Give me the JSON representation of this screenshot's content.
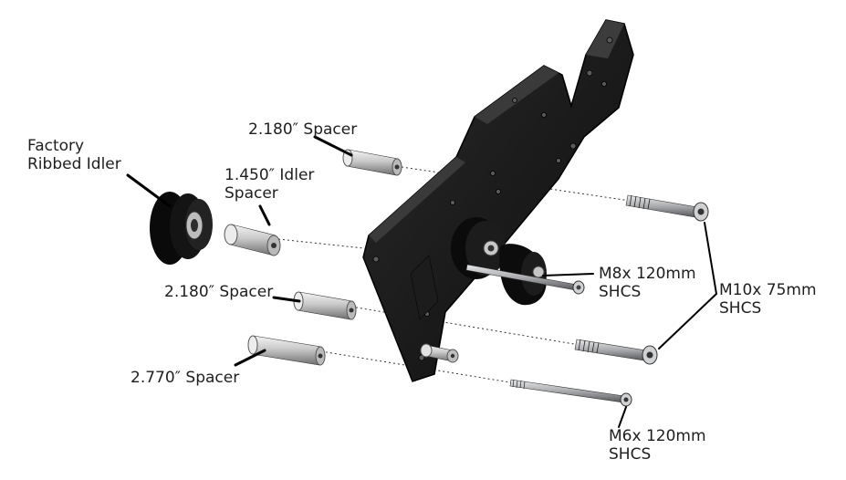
{
  "labels": {
    "factory_idler": [
      "Factory",
      "Ribbed Idler"
    ],
    "idler_spacer": [
      "1.450″ Idler",
      "Spacer"
    ],
    "spacer_top": "2.180″ Spacer",
    "spacer_mid": "2.180″ Spacer",
    "spacer_low": "2.770″ Spacer",
    "m8_screw": [
      "M8x 120mm",
      "SHCS"
    ],
    "m10_screw": [
      "M10x 75mm",
      "SHCS"
    ],
    "m6_screw": [
      "M6x 120mm",
      "SHCS"
    ]
  },
  "colors": {
    "part_black": "#111111",
    "spacer_gray": "#c8c8c8",
    "screw_steel": "#b7b9bc",
    "leader": "#000000",
    "text": "#1e1e1e"
  }
}
